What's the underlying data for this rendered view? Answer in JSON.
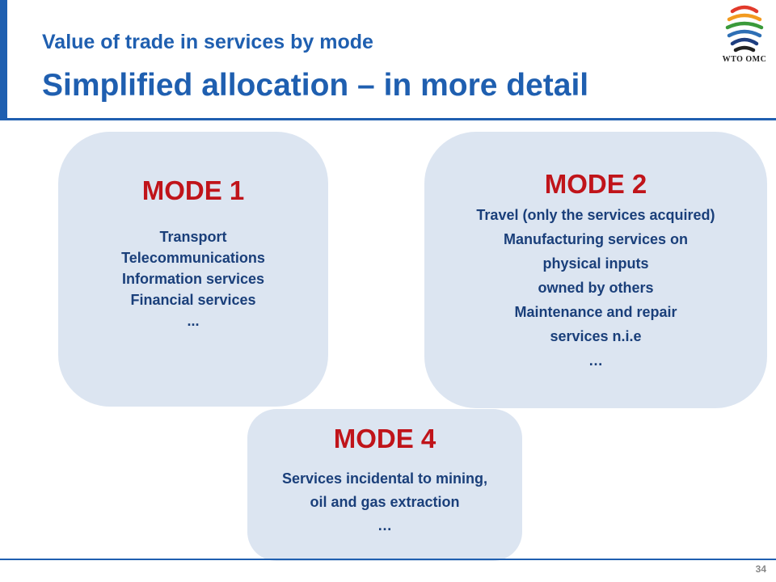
{
  "header": {
    "subtitle": "Value of trade in services by mode",
    "title": "Simplified allocation – in more detail",
    "logo_text": "WTO OMC"
  },
  "modes": [
    {
      "title": "MODE 1",
      "items": [
        "Transport",
        "Telecommunications",
        "Information services",
        "Financial services",
        "..."
      ]
    },
    {
      "title": "MODE 2",
      "items": [
        "Travel (only the services acquired)",
        "Manufacturing services on",
        "physical inputs",
        "owned by others",
        "Maintenance and repair",
        "services n.i.e",
        "…"
      ]
    },
    {
      "title": "MODE 4",
      "items": [
        "Services incidental to mining,",
        "oil and gas extraction",
        "…"
      ]
    }
  ],
  "footer": {
    "page_number": "34"
  },
  "colors": {
    "accent": "#1f5fb0",
    "mode_title": "#c0141a",
    "item_text": "#1a3f7a",
    "box_fill": "#dce5f1"
  }
}
